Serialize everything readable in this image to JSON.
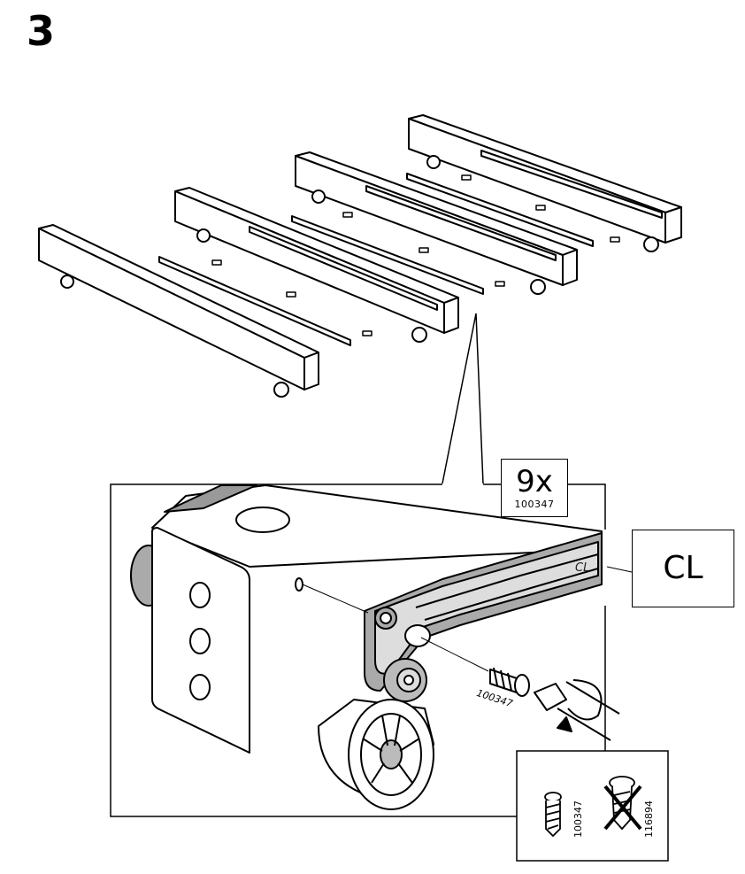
{
  "step": {
    "number": "3"
  },
  "parts": {
    "quantity": "9x",
    "part_number": "100347"
  },
  "callout": {
    "label": "CL",
    "rail_marking": "CL"
  },
  "detail": {
    "screw_part": "100347"
  },
  "comparison": {
    "correct_part": "100347",
    "incorrect_part": "116894"
  }
}
